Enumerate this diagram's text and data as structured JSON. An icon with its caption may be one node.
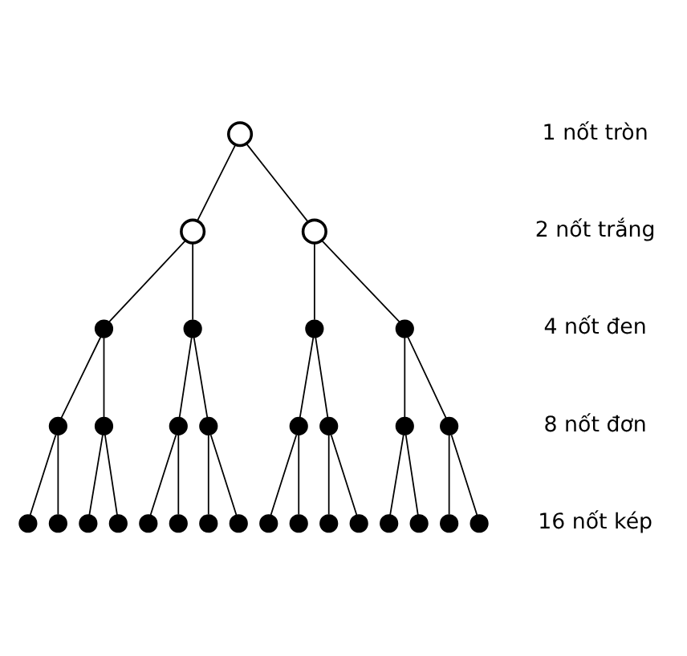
{
  "diagram": {
    "nodes": [
      {
        "text": [],
        "shape": "circle"
      },
      {
        "text": [],
        "shape": "circle"
      },
      {
        "text": [],
        "shape": "circle"
      },
      {
        "text": [],
        "shape": "circle"
      },
      {
        "text": [],
        "shape": "circle"
      },
      {
        "text": [],
        "shape": "circle"
      },
      {
        "text": [],
        "shape": "circle"
      },
      {
        "text": [],
        "shape": "circle"
      },
      {
        "text": [],
        "shape": "circle"
      },
      {
        "text": [],
        "shape": "circle"
      },
      {
        "text": [],
        "shape": "circle"
      },
      {
        "text": [],
        "shape": "circle"
      },
      {
        "text": [],
        "shape": "circle"
      },
      {
        "text": [],
        "shape": "circle"
      },
      {
        "text": [],
        "shape": "circle"
      },
      {
        "text": [],
        "shape": "circle"
      },
      {
        "text": [],
        "shape": "circle"
      },
      {
        "text": [],
        "shape": "circle"
      },
      {
        "text": [],
        "shape": "circle"
      },
      {
        "text": [],
        "shape": "circle"
      },
      {
        "text": [],
        "shape": "circle"
      },
      {
        "text": [],
        "shape": "circle"
      },
      {
        "text": [],
        "shape": "circle"
      },
      {
        "text": [],
        "shape": "circle"
      },
      {
        "text": [],
        "shape": "circle"
      },
      {
        "text": [],
        "shape": "circle"
      },
      {
        "text": [],
        "shape": "circle"
      },
      {
        "text": [],
        "shape": "circle"
      },
      {
        "text": [],
        "shape": "circle"
      },
      {
        "text": [],
        "shape": "circle"
      },
      {
        "text": [],
        "shape": "circle"
      }
    ],
    "edges": [
      {
        "from": 0,
        "to": 1,
        "arrow": "none"
      },
      {
        "from": 0,
        "to": 2,
        "arrow": "none"
      },
      {
        "from": 1,
        "to": 3,
        "arrow": "none"
      },
      {
        "from": 1,
        "to": 4,
        "arrow": "none"
      },
      {
        "from": 2,
        "to": 5,
        "arrow": "none"
      },
      {
        "from": 2,
        "to": 6,
        "arrow": "none"
      },
      {
        "from": 3,
        "to": 7,
        "arrow": "none"
      },
      {
        "from": 3,
        "to": 8,
        "arrow": "none"
      },
      {
        "from": 4,
        "to": 9,
        "arrow": "none"
      },
      {
        "from": 4,
        "to": 10,
        "arrow": "none"
      },
      {
        "from": 5,
        "to": 11,
        "arrow": "none"
      },
      {
        "from": 5,
        "to": 12,
        "arrow": "none"
      },
      {
        "from": 6,
        "to": 13,
        "arrow": "none"
      },
      {
        "from": 6,
        "to": 14,
        "arrow": "none"
      },
      {
        "from": 7,
        "to": 15,
        "arrow": "none"
      },
      {
        "from": 7,
        "to": 16,
        "arrow": "none"
      },
      {
        "from": 8,
        "to": 17,
        "arrow": "none"
      },
      {
        "from": 8,
        "to": 18,
        "arrow": "none"
      },
      {
        "from": 9,
        "to": 19,
        "arrow": "none"
      },
      {
        "from": 9,
        "to": 20,
        "arrow": "none"
      },
      {
        "from": 10,
        "to": 21,
        "arrow": "none"
      },
      {
        "from": 10,
        "to": 22,
        "arrow": "none"
      },
      {
        "from": 11,
        "to": 23,
        "arrow": "none"
      },
      {
        "from": 11,
        "to": 24,
        "arrow": "none"
      },
      {
        "from": 12,
        "to": 25,
        "arrow": "none"
      },
      {
        "from": 12,
        "to": 26,
        "arrow": "none"
      },
      {
        "from": 13,
        "to": 27,
        "arrow": "none"
      },
      {
        "from": 13,
        "to": 28,
        "arrow": "none"
      },
      {
        "from": 14,
        "to": 29,
        "arrow": "none"
      },
      {
        "from": 14,
        "to": 30,
        "arrow": "none"
      }
    ],
    "labels": [
      "1 nốt tròn",
      "2 nốt trắng",
      "4 nốt đen",
      "8 nốt đơn",
      "16 nốt kép"
    ]
  }
}
